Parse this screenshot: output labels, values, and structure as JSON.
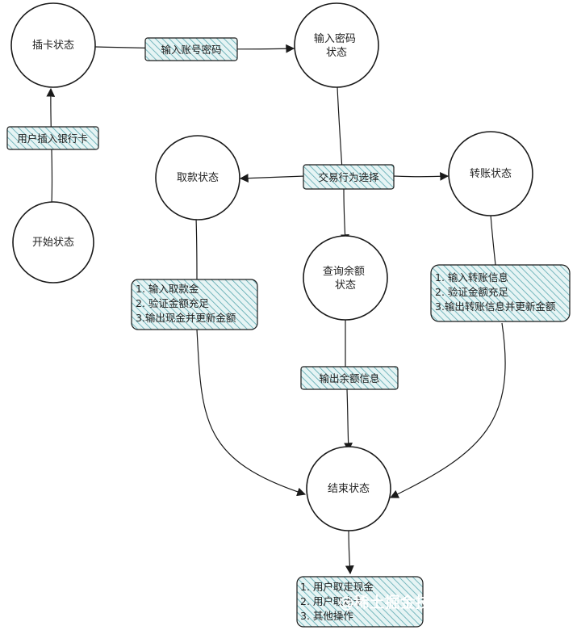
{
  "nodes": {
    "insert_card": {
      "lines": [
        "插卡状态"
      ]
    },
    "enter_password": {
      "lines": [
        "输入密码",
        "状态"
      ]
    },
    "start": {
      "lines": [
        "开始状态"
      ]
    },
    "withdraw": {
      "lines": [
        "取款状态"
      ]
    },
    "transfer": {
      "lines": [
        "转账状态"
      ]
    },
    "query_balance": {
      "lines": [
        "查询余额",
        "状态"
      ]
    },
    "end": {
      "lines": [
        "结束状态"
      ]
    }
  },
  "labels": {
    "enter_account": {
      "lines": [
        "输入账号密码"
      ]
    },
    "insert_bank_card": {
      "lines": [
        "用户插入银行卡"
      ]
    },
    "select_action": {
      "lines": [
        "交易行为选择"
      ]
    },
    "withdraw_steps": {
      "lines": [
        "1. 输入取款金",
        "2. 验证金额充足",
        "3.输出现金并更新金额"
      ]
    },
    "transfer_steps": {
      "lines": [
        "1. 输入转账信息",
        "2. 验证金额充足",
        "3.输出转账信息并更新金额"
      ]
    },
    "output_balance": {
      "lines": [
        "输出余额信息"
      ]
    },
    "end_steps": {
      "lines": [
        "1. 用户取走现金",
        "2. 用户取走卡",
        "3. 其他操作"
      ]
    }
  },
  "watermark": "@稀土掘金技术社区 @ 晓天_Kito",
  "colors": {
    "hatch": "#5aa8b0",
    "box_fill": "#e6f4f4",
    "stroke": "#1a1a1a"
  }
}
